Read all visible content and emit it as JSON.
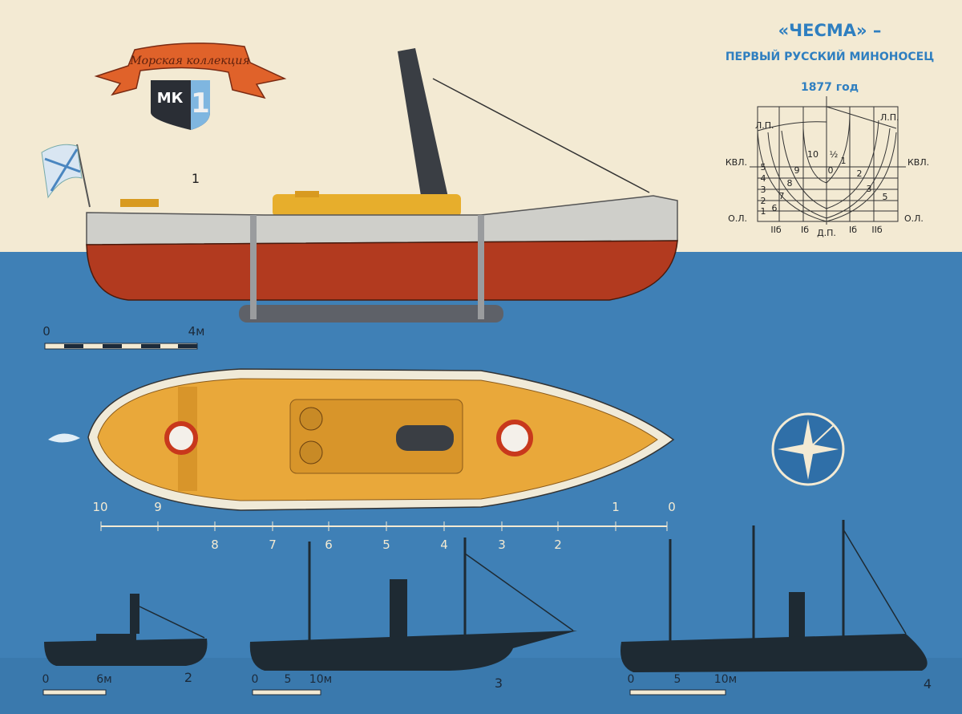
{
  "title": {
    "name": "«ЧЕСМА» –",
    "subtitle": "ПЕРВЫЙ РУССКИЙ МИНОНОСЕЦ",
    "year": "1877 год"
  },
  "logo": {
    "ribbon_text": "Морская коллекция",
    "letters": "МК",
    "number": "1"
  },
  "figures": {
    "side_view_label": "1",
    "side_scale": {
      "start": "0",
      "end": "4м"
    },
    "top_scale": {
      "upper": [
        "10",
        "9",
        "1",
        "0"
      ],
      "lower": [
        "8",
        "7",
        "6",
        "5",
        "4",
        "3",
        "2"
      ]
    },
    "silhouettes": [
      {
        "label": "2",
        "scale": [
          "0",
          "6м"
        ]
      },
      {
        "label": "3",
        "scale": [
          "0",
          "5",
          "10м"
        ]
      },
      {
        "label": "4",
        "scale": [
          "0",
          "5",
          "10м"
        ]
      }
    ]
  },
  "body_plan": {
    "left_top": "Л.П.",
    "right_top": "Л.П.",
    "left_waterline": "КВЛ.",
    "right_waterline": "КВЛ.",
    "left_base": "О.Л.",
    "right_base": "О.Л.",
    "centerline": "Д.П.",
    "buttocks": [
      "IIб",
      "Iб",
      "Iб",
      "IIб"
    ],
    "waterline_numbers": [
      "5",
      "4",
      "3",
      "2",
      "1"
    ],
    "station_numbers": [
      "10",
      "½",
      "0",
      "1",
      "2",
      "3",
      "5",
      "9",
      "8",
      "7",
      "6"
    ]
  },
  "colors": {
    "paper": "#f3ead3",
    "sea": "#3f80b6",
    "hull_red": "#b23a1f",
    "hull_grey": "#cfcfca",
    "deck": "#e9a83a",
    "title_blue": "#2f7fc0",
    "silhouette": "#1e2a33"
  }
}
